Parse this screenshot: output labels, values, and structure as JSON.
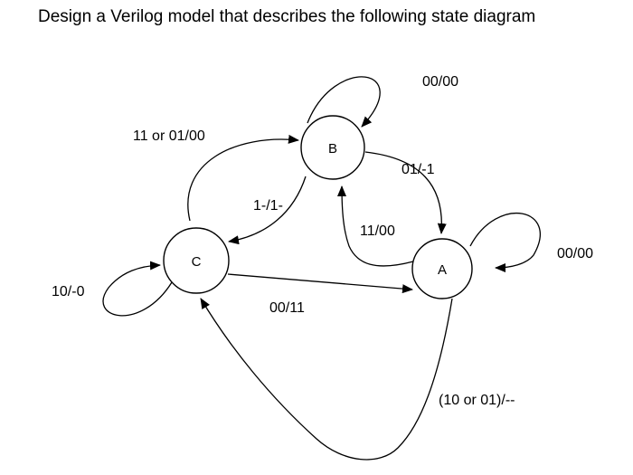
{
  "question": "Design a Verilog model that describes the following state diagram",
  "states": {
    "A": "A",
    "B": "B",
    "C": "C"
  },
  "transitions": {
    "b_self": "00/00",
    "c_to_b": "11 or 01/00",
    "b_to_a": "01/-1",
    "b_to_c": "1-/1-",
    "a_to_b": "11/00",
    "a_self": "00/00",
    "c_self": "10/-0",
    "c_to_a": "00/11",
    "a_to_c": "(10 or 01)/--"
  }
}
